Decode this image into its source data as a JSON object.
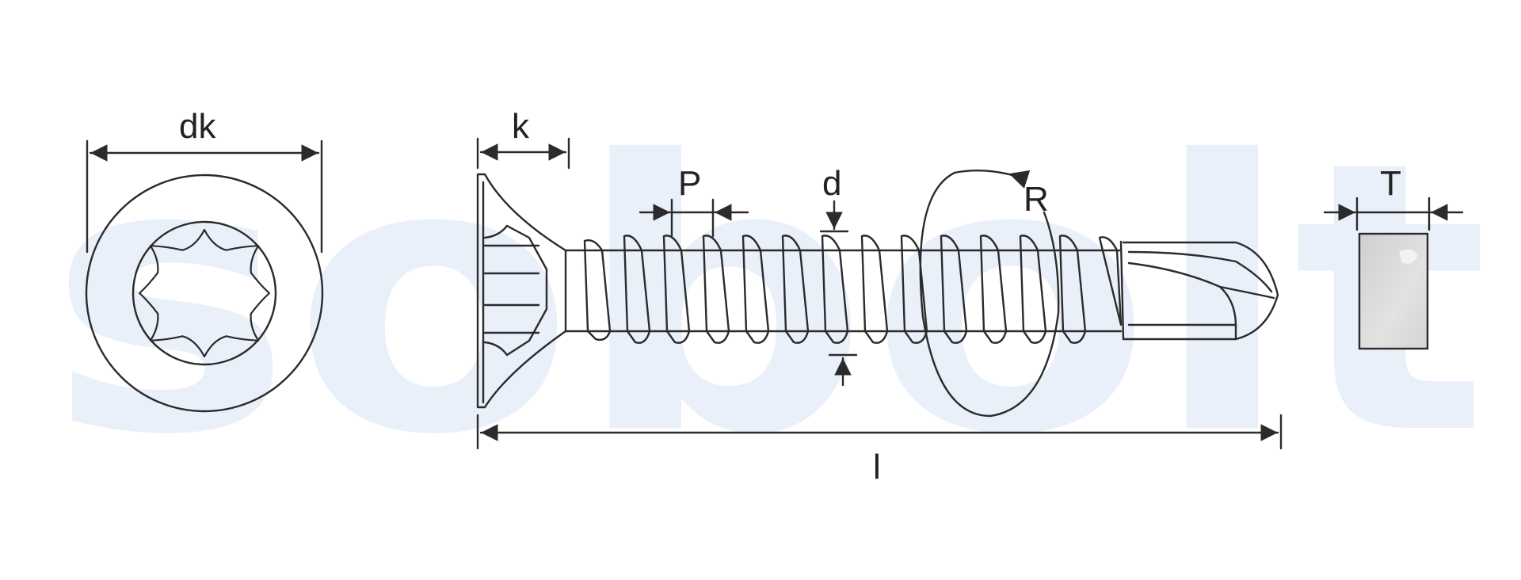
{
  "diagram": {
    "watermark": "sobolt",
    "labels": {
      "head_diameter": "dk",
      "head_height": "k",
      "pitch": "P",
      "thread_diameter": "d",
      "rotation": "R",
      "length": "l",
      "thickness": "T"
    },
    "colors": {
      "line": "#2b2b2b",
      "watermark": "#e9f0fa",
      "swatch": "#d9d9d9"
    }
  }
}
